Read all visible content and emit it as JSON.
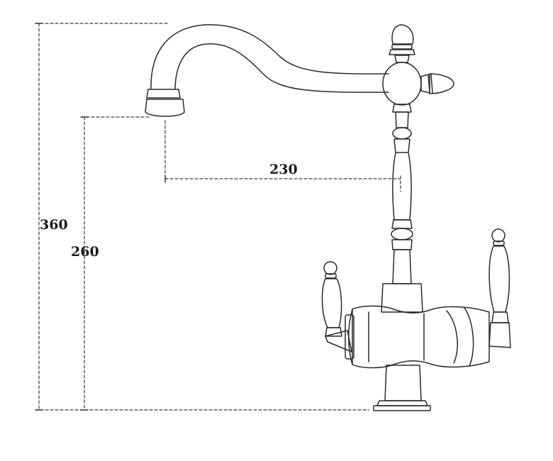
{
  "dimensions": {
    "total_height": "360",
    "spout_height": "260",
    "spout_reach": "230"
  },
  "colors": {
    "line": "#2a2a2a",
    "dim_line": "#3a3a3a",
    "background": "#ffffff"
  }
}
